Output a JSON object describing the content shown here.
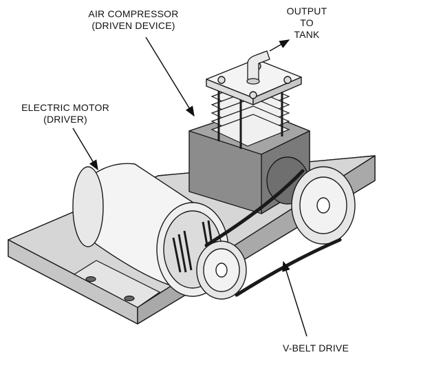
{
  "labels": {
    "air_compressor": {
      "line1": "AIR COMPRESSOR",
      "line2": "(DRIVEN DEVICE)"
    },
    "output_to_tank": {
      "line1": "OUTPUT",
      "line2": "TO",
      "line3": "TANK"
    },
    "electric_motor": {
      "line1": "ELECTRIC MOTOR",
      "line2": "(DRIVER)"
    },
    "v_belt_drive": {
      "line1": "V-BELT DRIVE"
    }
  },
  "colors": {
    "outline": "#1a1a1a",
    "base_top": "#d6d6d6",
    "base_side": "#bdbdbd",
    "compressor_body": "#8c8c8c",
    "motor_body": "#f4f4f4",
    "pulley": "#e6e6e6"
  }
}
